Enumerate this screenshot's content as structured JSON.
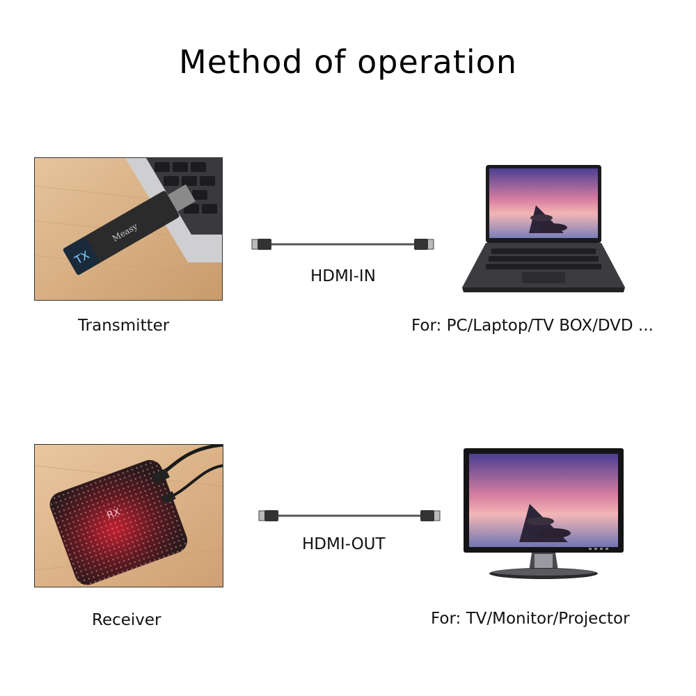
{
  "title": "Method of operation",
  "transmitter": {
    "label": "Transmitter",
    "device_text": "TX",
    "brand_text": "Measy"
  },
  "receiver": {
    "label": "Receiver",
    "device_text": "RX"
  },
  "hdmi_in": {
    "label": "HDMI-IN"
  },
  "hdmi_out": {
    "label": "HDMI-OUT"
  },
  "source_devices": {
    "label": "For: PC/Laptop/TV BOX/DVD ..."
  },
  "display_devices": {
    "label": "For: TV/Monitor/Projector"
  },
  "colors": {
    "accent_screen_top": "#5b4aa0",
    "accent_screen_mid": "#e88aa0",
    "wood": "#d9b48a",
    "device_dark": "#2b2b2b"
  }
}
